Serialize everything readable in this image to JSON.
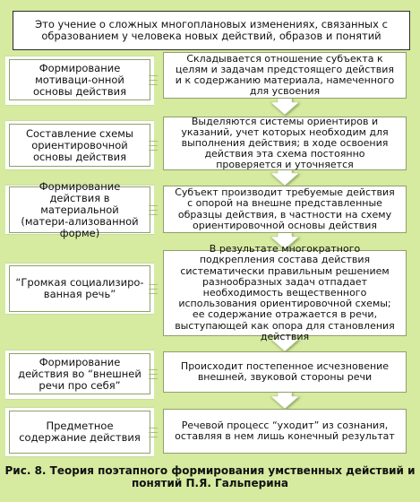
{
  "top": "Это учение о сложных многоплановых изменениях, связанных с образованием у человека новых действий, образов и понятий",
  "stages": [
    {
      "stage": "Формирование мотиваци-онной основы действия",
      "description": "Складывается отношение субъекта к целям и задачам предстоящего действия и к содержанию материала, намеченного для усвоения"
    },
    {
      "stage": "Составление схемы ориентировочной основы действия",
      "description": "Выделяются системы ориентиров и указаний, учет которых необходим для выполнения действия; в ходе освоения действия эта схема постоянно проверяется и уточняется"
    },
    {
      "stage": "Формирование действия в материальной (матери-ализованной форме)",
      "description": "Субъект производит требуемые действия с опорой на внешне представленные образцы действия, в частности на схему ориентировочной основы действия"
    },
    {
      "stage": "“Громкая социализиро-ванная речь”",
      "description": "В результате многократного подкрепления состава действия систематически правильным решением разнообразных задач отпадает необходимость вещественного использования ориентировочной схемы; ее содержание отражается в речи, выступающей как опора для становления действия"
    },
    {
      "stage": "Формирование действия во “внешней речи про себя”",
      "description": "Происходит постепенное исчезновение внешней, звуковой стороны речи"
    },
    {
      "stage": "Предметное содержание действия",
      "description": "Речевой процесс “уходит” из сознания, оставляя в нем лишь конечный результат"
    }
  ],
  "caption": "Рис. 8. Теория поэтапного формирования умственных действий и понятий П.Я. Гальперина",
  "colors": {
    "background": "#d6eaa0",
    "box": "#ffffff",
    "arrow": "#ffffff",
    "arrow_shadow": "#9cb36a"
  }
}
